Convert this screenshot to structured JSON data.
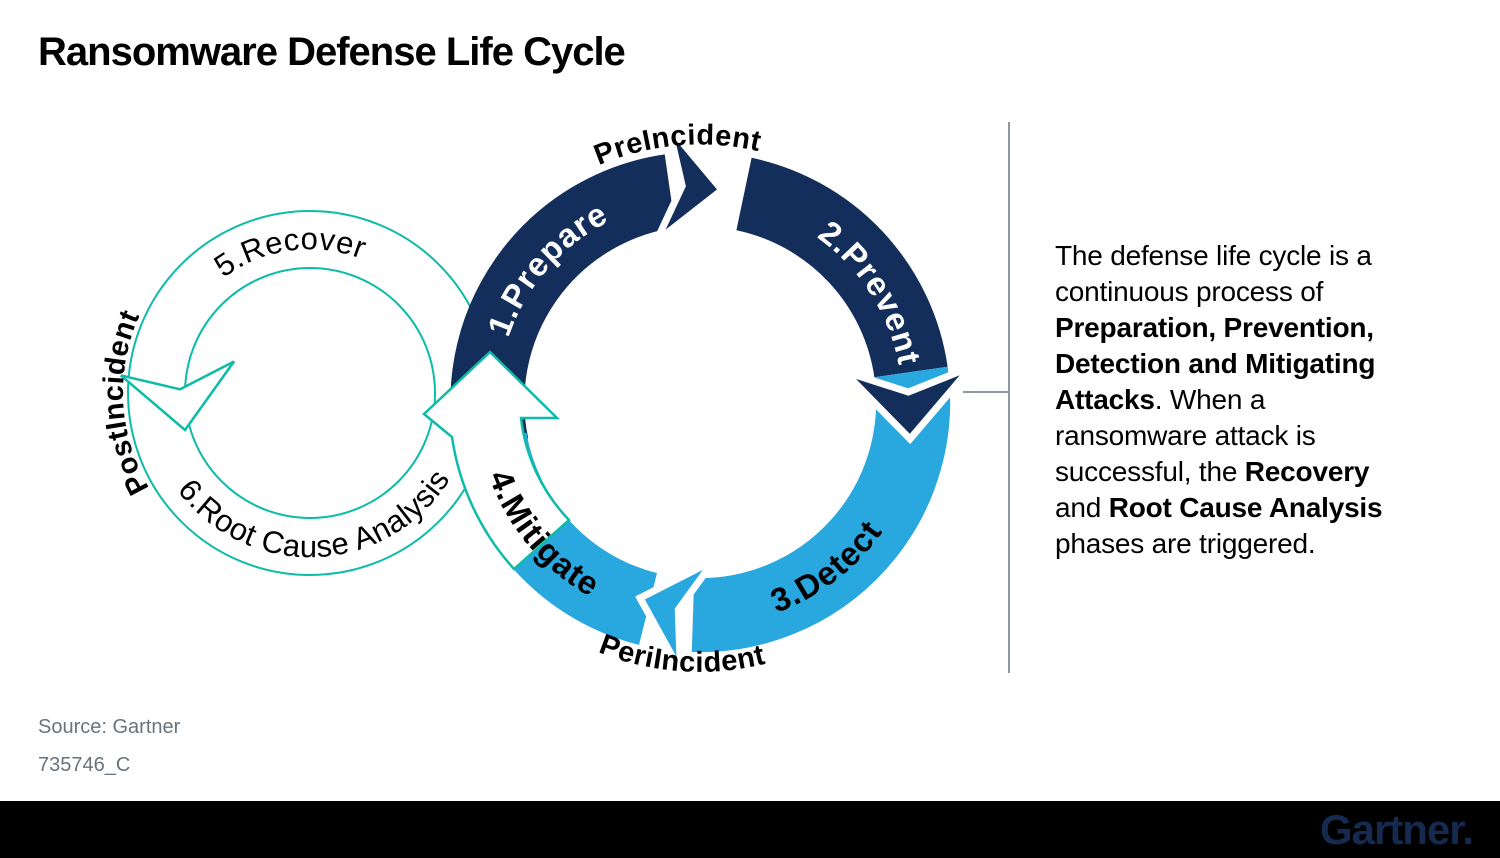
{
  "title": "Ransomware Defense Life Cycle",
  "diagram": {
    "phases": [
      {
        "label": "1.Prepare"
      },
      {
        "label": "2.Prevent"
      },
      {
        "label": "3.Detect"
      },
      {
        "label": "4.Mitigate"
      },
      {
        "label": "5.Recover"
      },
      {
        "label": "6.Root Cause Analysis"
      }
    ],
    "stages": {
      "pre": "PreIncident",
      "peri": "PeriIncident",
      "post": "PostIncident"
    },
    "colors": {
      "navy": "#132E5A",
      "blue": "#29A8E0",
      "teal": "#0CBBA8"
    }
  },
  "description": {
    "lines": [
      [
        {
          "t": "The defense life cycle is a"
        }
      ],
      [
        {
          "t": "continuous process of"
        }
      ],
      [
        {
          "t": "Preparation, Prevention,",
          "b": true
        }
      ],
      [
        {
          "t": "Detection and Mitigating",
          "b": true
        }
      ],
      [
        {
          "t": "Attacks",
          "b": true
        },
        {
          "t": ". When a"
        }
      ],
      [
        {
          "t": "ransomware attack is"
        }
      ],
      [
        {
          "t": "successful, the "
        },
        {
          "t": "Recovery",
          "b": true
        }
      ],
      [
        {
          "t": "and "
        },
        {
          "t": "Root Cause Analysis",
          "b": true
        }
      ],
      [
        {
          "t": "phases are triggered."
        }
      ]
    ]
  },
  "source": {
    "line1": "Source: Gartner",
    "line2": "735746_C"
  },
  "footer": {
    "logo": "Gartner."
  }
}
